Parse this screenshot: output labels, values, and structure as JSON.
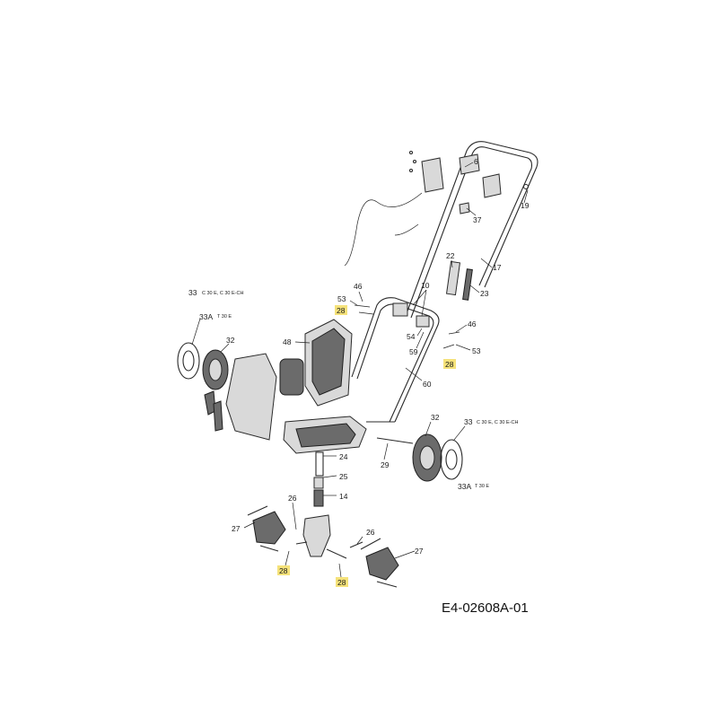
{
  "diagram": {
    "code": "E4-02608A-01",
    "highlight_color": "#f5e27a",
    "labels": {
      "l6": "6",
      "l19": "19",
      "l37": "37",
      "l17": "17",
      "l22": "22",
      "l23": "23",
      "l10": "10",
      "l46a": "46",
      "l53a": "53",
      "l28a": "28",
      "l46b": "46",
      "l53b": "53",
      "l54": "54",
      "l59": "59",
      "l28b": "28",
      "l60": "60",
      "l48": "48",
      "l33a": "33",
      "l33a_var": "C 30 E, C 30 E-CH",
      "l33Aa": "33A",
      "l33Aa_var": "T 30 E",
      "l32a": "32",
      "l32b": "32",
      "l33b": "33",
      "l33b_var": "C 30 E, C 30 E-CH",
      "l33Ab": "33A",
      "l33Ab_var": "T 30 E",
      "l29": "29",
      "l24": "24",
      "l25": "25",
      "l14": "14",
      "l26a": "26",
      "l26b": "26",
      "l27a": "27",
      "l27b": "27",
      "l28c": "28",
      "l28d": "28"
    }
  }
}
